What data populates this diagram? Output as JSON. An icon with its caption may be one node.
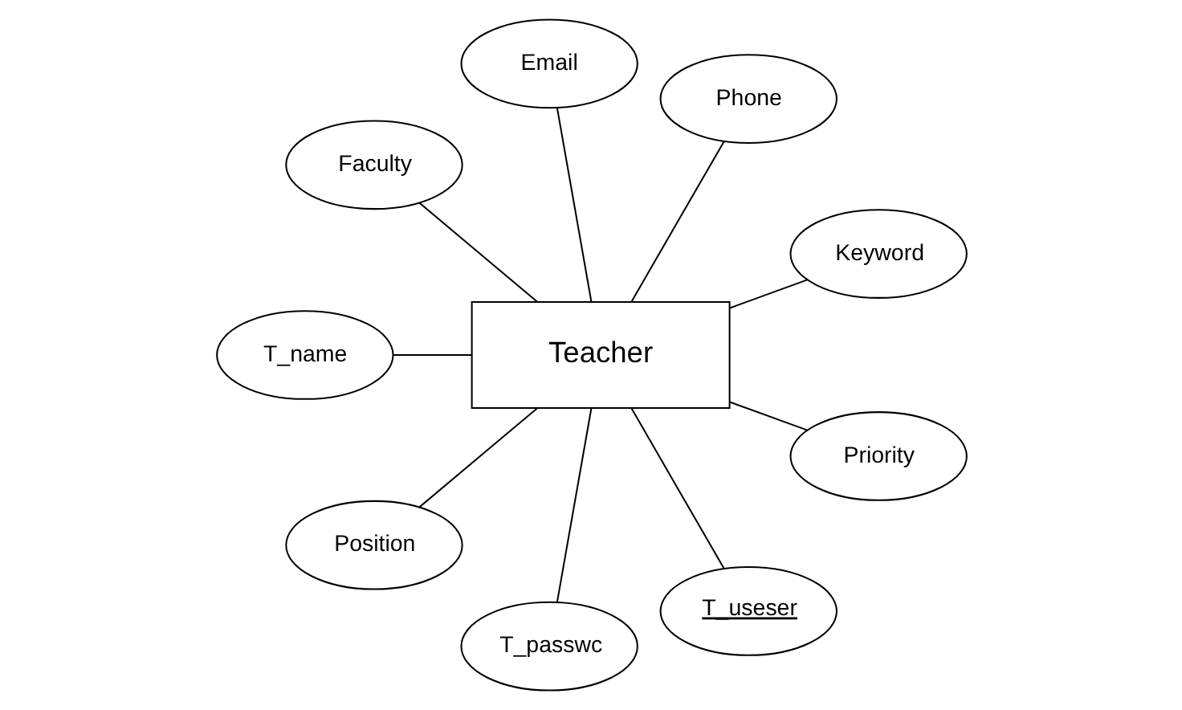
{
  "diagram": {
    "nodes": [
      {
        "text": [
          "Teacher"
        ]
      },
      {
        "text": [
          "Priority"
        ]
      },
      {
        "text": [
          "T_useser"
        ]
      },
      {
        "text": [
          "T_passwc"
        ]
      },
      {
        "text": [
          "Position"
        ]
      },
      {
        "text": [
          "T_name"
        ]
      },
      {
        "text": [
          "Faculty"
        ]
      },
      {
        "text": [
          "Email"
        ]
      },
      {
        "text": [
          "Phone"
        ]
      },
      {
        "text": [
          "Keyword"
        ]
      }
    ],
    "edges": [
      {
        "from": 0,
        "to": 1,
        "arrow": "none"
      },
      {
        "from": 0,
        "to": 2,
        "arrow": "none"
      },
      {
        "from": 0,
        "to": 3,
        "arrow": "none"
      },
      {
        "from": 0,
        "to": 4,
        "arrow": "none"
      },
      {
        "from": 0,
        "to": 5,
        "arrow": "none"
      },
      {
        "from": 0,
        "to": 6,
        "arrow": "none"
      },
      {
        "from": 0,
        "to": 7,
        "arrow": "none"
      },
      {
        "from": 0,
        "to": 8,
        "arrow": "none"
      },
      {
        "from": 0,
        "to": 9,
        "arrow": "none"
      }
    ]
  }
}
